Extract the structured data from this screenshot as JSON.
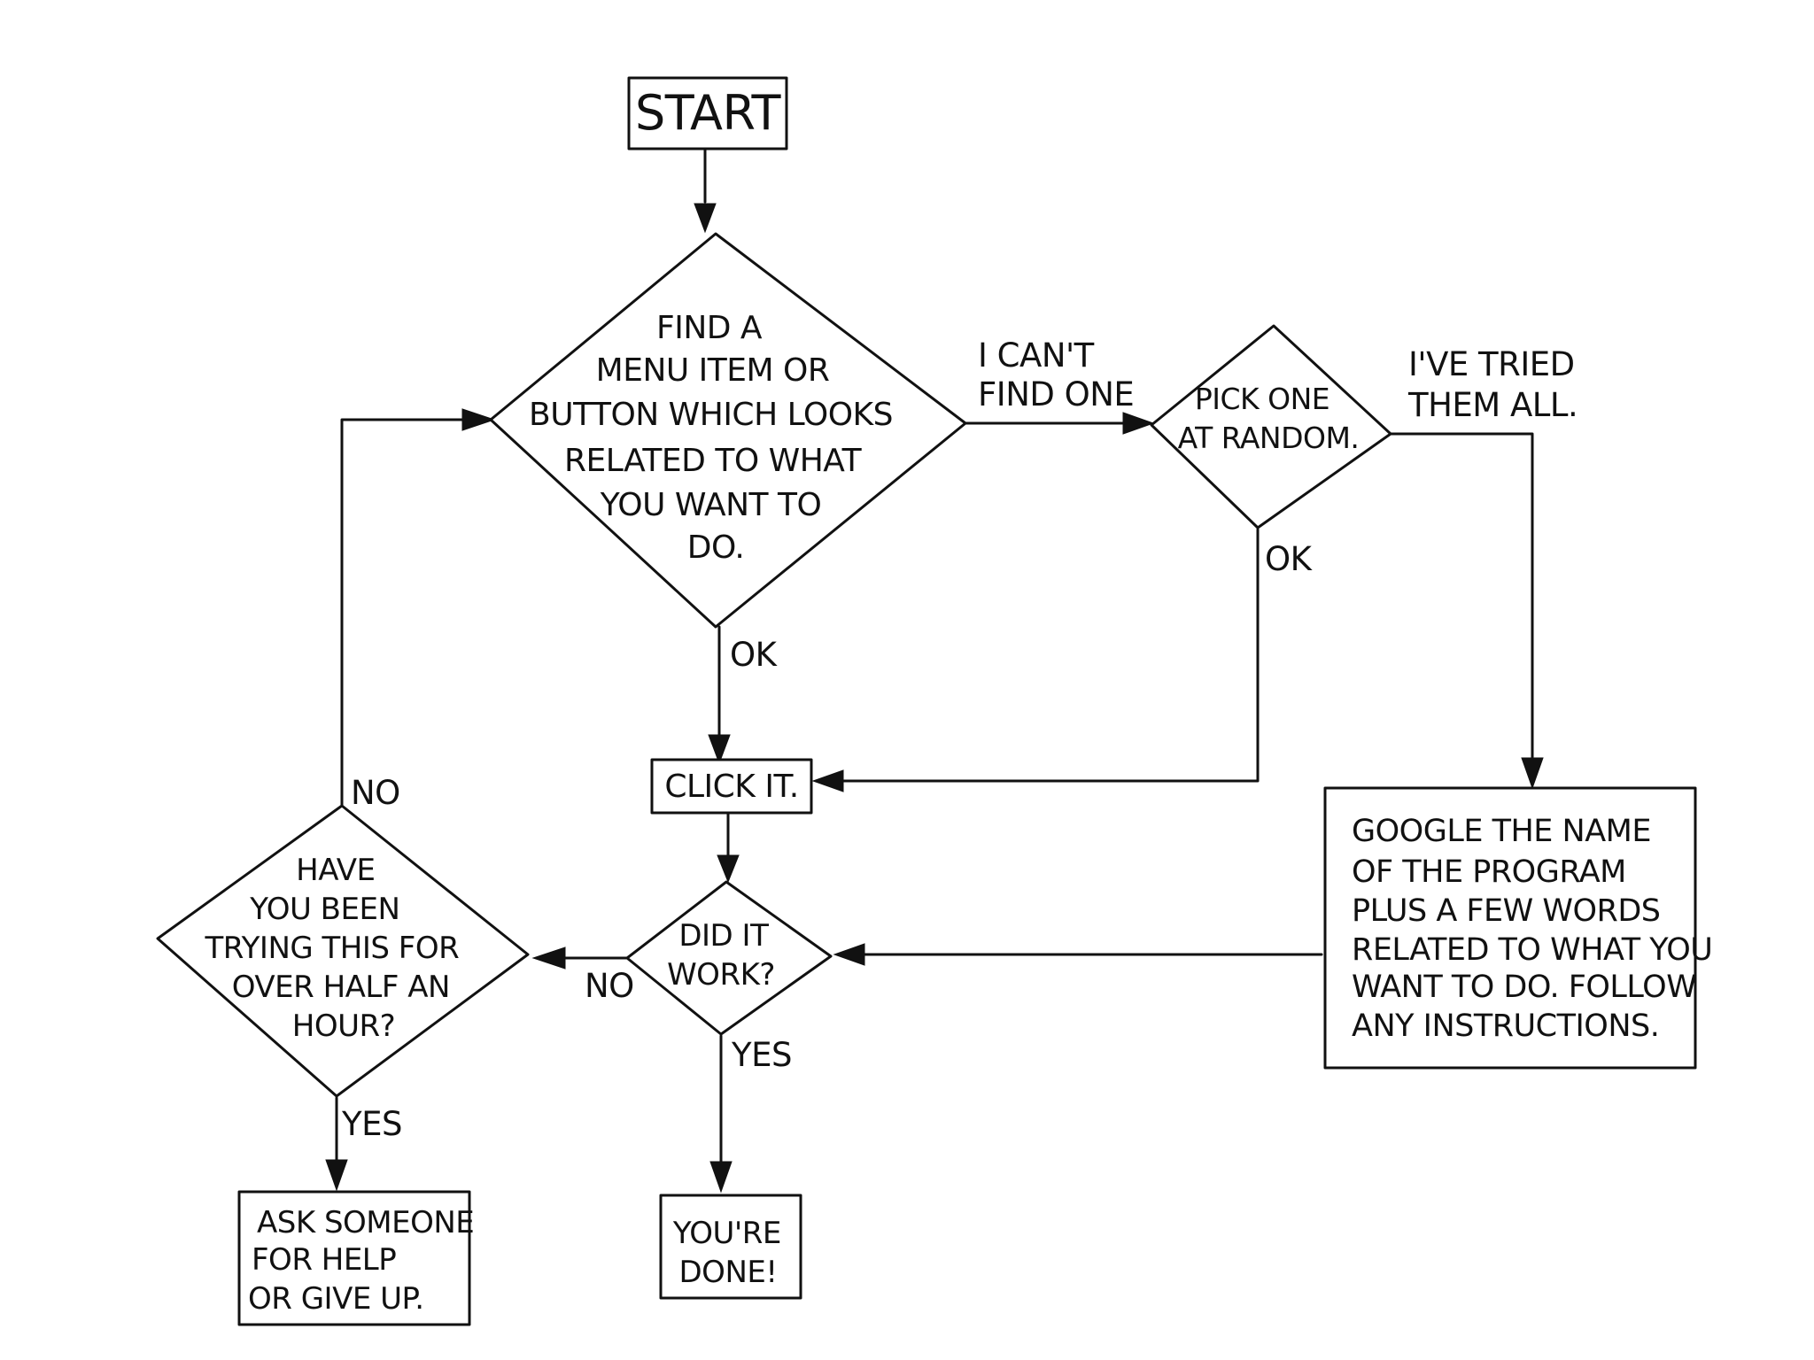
{
  "diagram": {
    "nodes": {
      "start": {
        "lines": [
          "START"
        ]
      },
      "find_item": {
        "lines": [
          "FIND A",
          "MENU ITEM OR",
          "BUTTON WHICH LOOKS",
          "RELATED TO WHAT",
          "YOU WANT TO",
          "DO."
        ]
      },
      "pick_random": {
        "lines": [
          "PICK ONE",
          "AT RANDOM."
        ]
      },
      "click_it": {
        "lines": [
          "CLICK IT."
        ]
      },
      "google_it": {
        "lines": [
          "GOOGLE THE NAME",
          "OF THE PROGRAM",
          "PLUS A FEW WORDS",
          "RELATED TO WHAT YOU",
          "WANT TO DO. FOLLOW",
          "ANY INSTRUCTIONS."
        ]
      },
      "did_it_work": {
        "lines": [
          "DID IT",
          "WORK?"
        ]
      },
      "half_hour": {
        "lines": [
          "HAVE",
          "YOU BEEN",
          "TRYING THIS FOR",
          "OVER HALF AN",
          "HOUR?"
        ]
      },
      "ask_help": {
        "lines": [
          "ASK SOMEONE",
          "FOR HELP",
          "OR GIVE UP."
        ]
      },
      "done": {
        "lines": [
          "YOU'RE",
          "DONE!"
        ]
      }
    },
    "edge_labels": {
      "cant_find": [
        "I CAN'T",
        "FIND ONE"
      ],
      "tried_all": [
        "I'VE TRIED",
        "THEM ALL."
      ],
      "find_ok": "OK",
      "pick_ok": "OK",
      "work_no": "NO",
      "work_yes": "YES",
      "hour_no": "NO",
      "hour_yes": "YES"
    },
    "colors": {
      "ink": "#111111",
      "paper": "#ffffff"
    }
  }
}
